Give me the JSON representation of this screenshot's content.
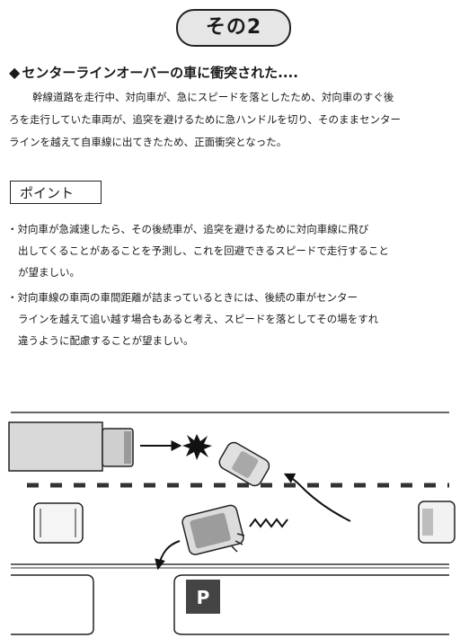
{
  "badge": "その2",
  "heading": {
    "marker": "◆",
    "text": "センターラインオーバーの車に衝突された...."
  },
  "paragraph": [
    "幹線道路を走行中、対向車が、急にスピードを落としたため、対向車のすぐ後",
    "ろを走行していた車両が、追突を避けるために急ハンドルを切り、そのままセンター",
    "ラインを越えて自車線に出てきたため、正面衝突となった。"
  ],
  "point_label": "ポイント",
  "bullets": [
    {
      "marker": "・",
      "lines": [
        "対向車が急減速したら、その後続車が、追突を避けるために対向車線に飛び",
        "出してくることがあることを予測し、これを回避できるスピードで走行すること",
        "が望ましい。"
      ]
    },
    {
      "marker": "・",
      "lines": [
        "対向車線の車両の車間距離が詰まっているときには、後続の車がセンター",
        "ラインを越えて追い越す場合もあると考え、スピードを落としてその場をすれ",
        "違うように配慮することが望ましい。"
      ]
    }
  ],
  "diagram": {
    "parking_sign": "P"
  }
}
